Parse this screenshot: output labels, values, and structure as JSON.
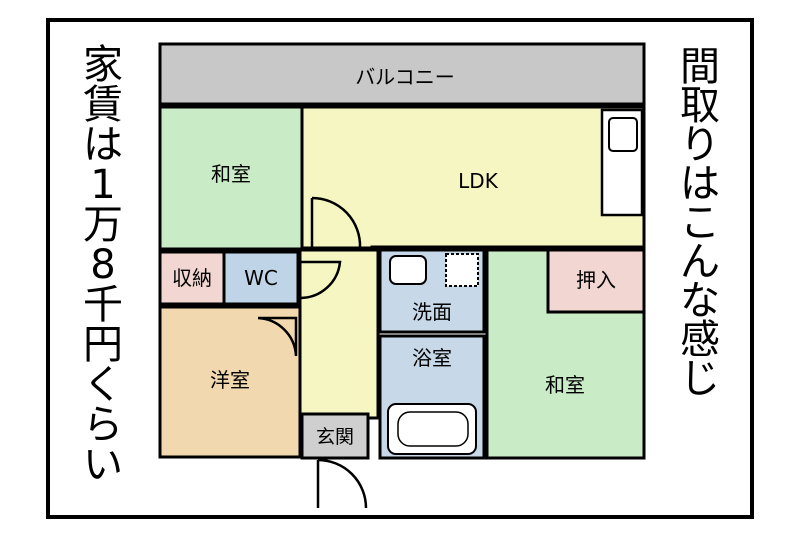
{
  "left_caption": [
    "家",
    "賃",
    "は",
    "1",
    "万",
    "8",
    "千",
    "円",
    "く",
    "ら",
    "い"
  ],
  "right_caption": [
    "間",
    "取",
    "り",
    "は",
    "こ",
    "ん",
    "な",
    "感",
    "じ"
  ],
  "rooms": {
    "balcony": "バルコニー",
    "washitsu_top": "和室",
    "ldk": "LDK",
    "storage": "収納",
    "wc": "WC",
    "washroom": "洗面",
    "bath": "浴室",
    "closet": "押入",
    "youshitsu": "洋室",
    "entrance": "玄関",
    "washitsu_right": "和室"
  },
  "colors": {
    "balcony": "#c8c8c8",
    "washitsu": "#c9ecc6",
    "ldk": "#f6f6c3",
    "storage": "#f1d6d2",
    "wc": "#bfd4e6",
    "wet": "#c7d8e8",
    "youshitsu": "#f2d8ae",
    "entrance": "#cfcfcf",
    "hall": "#f6f6c3"
  }
}
